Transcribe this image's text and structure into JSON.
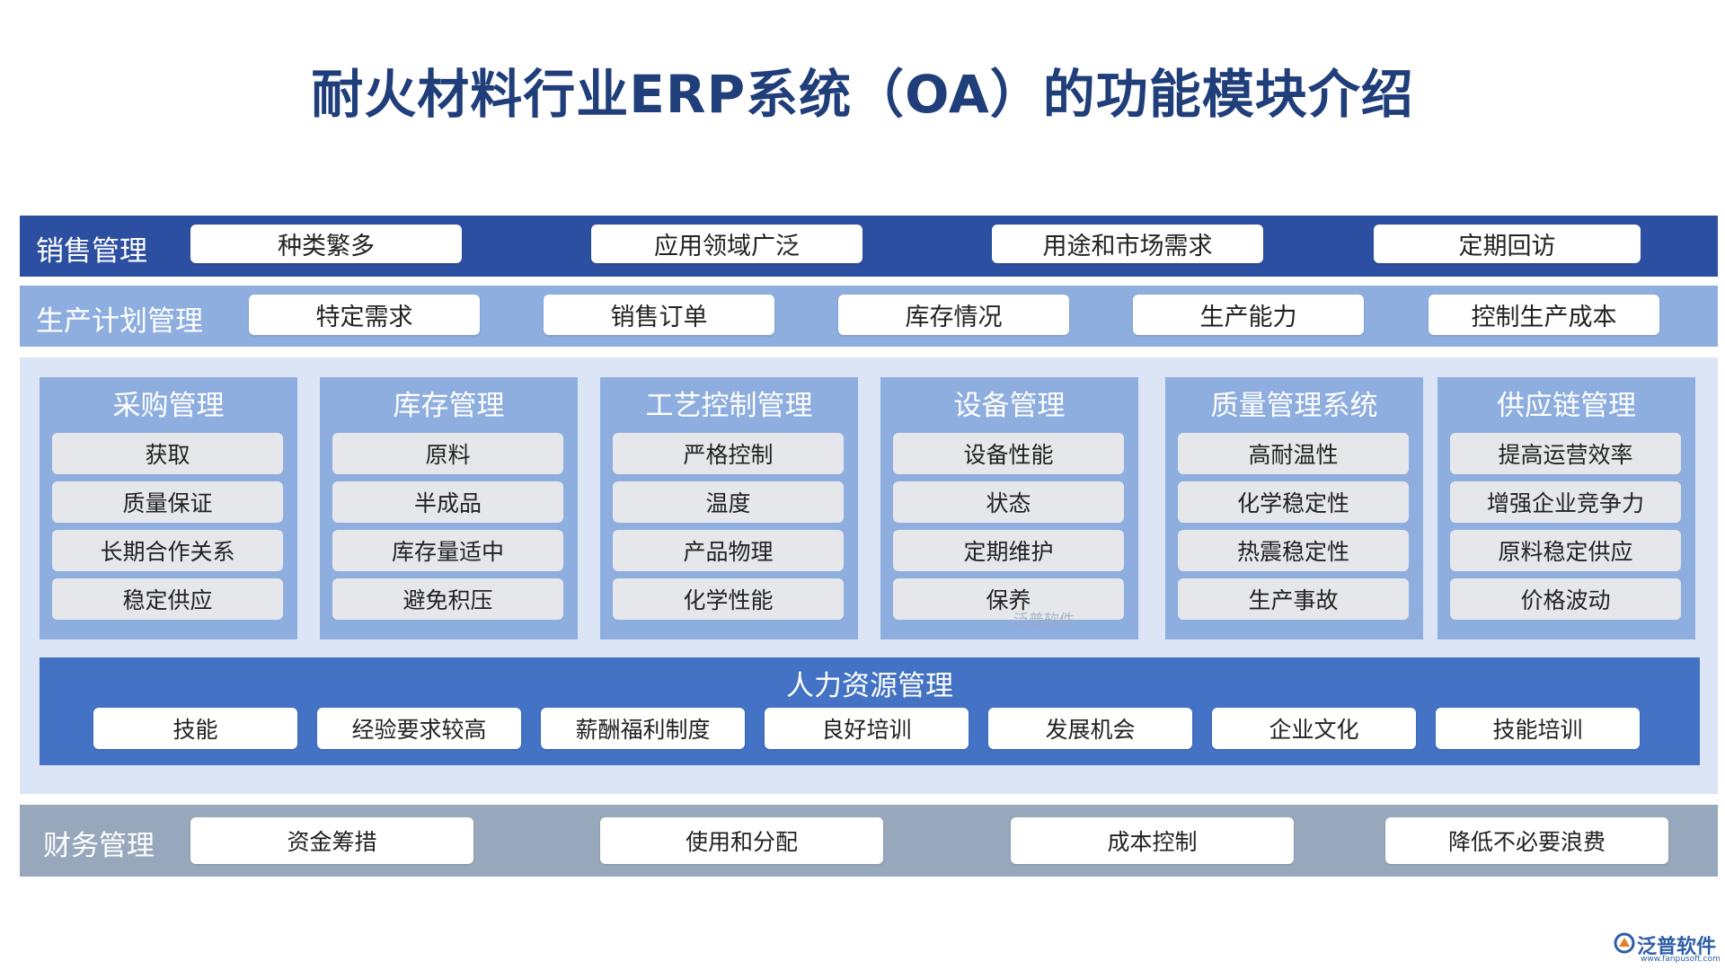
{
  "title": "耐火材料行业ERP系统（OA）的功能模块介绍",
  "sales": {
    "label": "销售管理",
    "items": [
      "种类繁多",
      "应用领域广泛",
      "用途和市场需求",
      "定期回访"
    ]
  },
  "plan": {
    "label": "生产计划管理",
    "items": [
      "特定需求",
      "销售订单",
      "库存情况",
      "生产能力",
      "控制生产成本"
    ]
  },
  "modules": [
    {
      "title": "采购管理",
      "items": [
        "获取",
        "质量保证",
        "长期合作关系",
        "稳定供应"
      ]
    },
    {
      "title": "库存管理",
      "items": [
        "原料",
        "半成品",
        "库存量适中",
        "避免积压"
      ]
    },
    {
      "title": "工艺控制管理",
      "items": [
        "严格控制",
        "温度",
        "产品物理",
        "化学性能"
      ]
    },
    {
      "title": "设备管理",
      "items": [
        "设备性能",
        "状态",
        "定期维护",
        "保养"
      ]
    },
    {
      "title": "质量管理系统",
      "items": [
        "高耐温性",
        "化学稳定性",
        "热震稳定性",
        "生产事故"
      ]
    },
    {
      "title": "供应链管理",
      "items": [
        "提高运营效率",
        "增强企业竞争力",
        "原料稳定供应",
        "价格波动"
      ]
    }
  ],
  "hr": {
    "title": "人力资源管理",
    "items": [
      "技能",
      "经验要求较高",
      "薪酬福利制度",
      "良好培训",
      "发展机会",
      "企业文化",
      "技能培训"
    ]
  },
  "finance": {
    "label": "财务管理",
    "items": [
      "资金筹措",
      "使用和分配",
      "成本控制",
      "降低不必要浪费"
    ]
  },
  "watermark": "泛普软件",
  "logo": {
    "name": "泛普软件",
    "url": "www.fanpusoft.com"
  },
  "colors": {
    "title": "#1f3e7a",
    "sales_band": "#2d4fa1",
    "plan_band": "#8eaedf",
    "middle_bg": "#dbe5f6",
    "module_bg": "#8eaedf",
    "hr_band": "#4472c4",
    "finance_band": "#97a8bd"
  }
}
